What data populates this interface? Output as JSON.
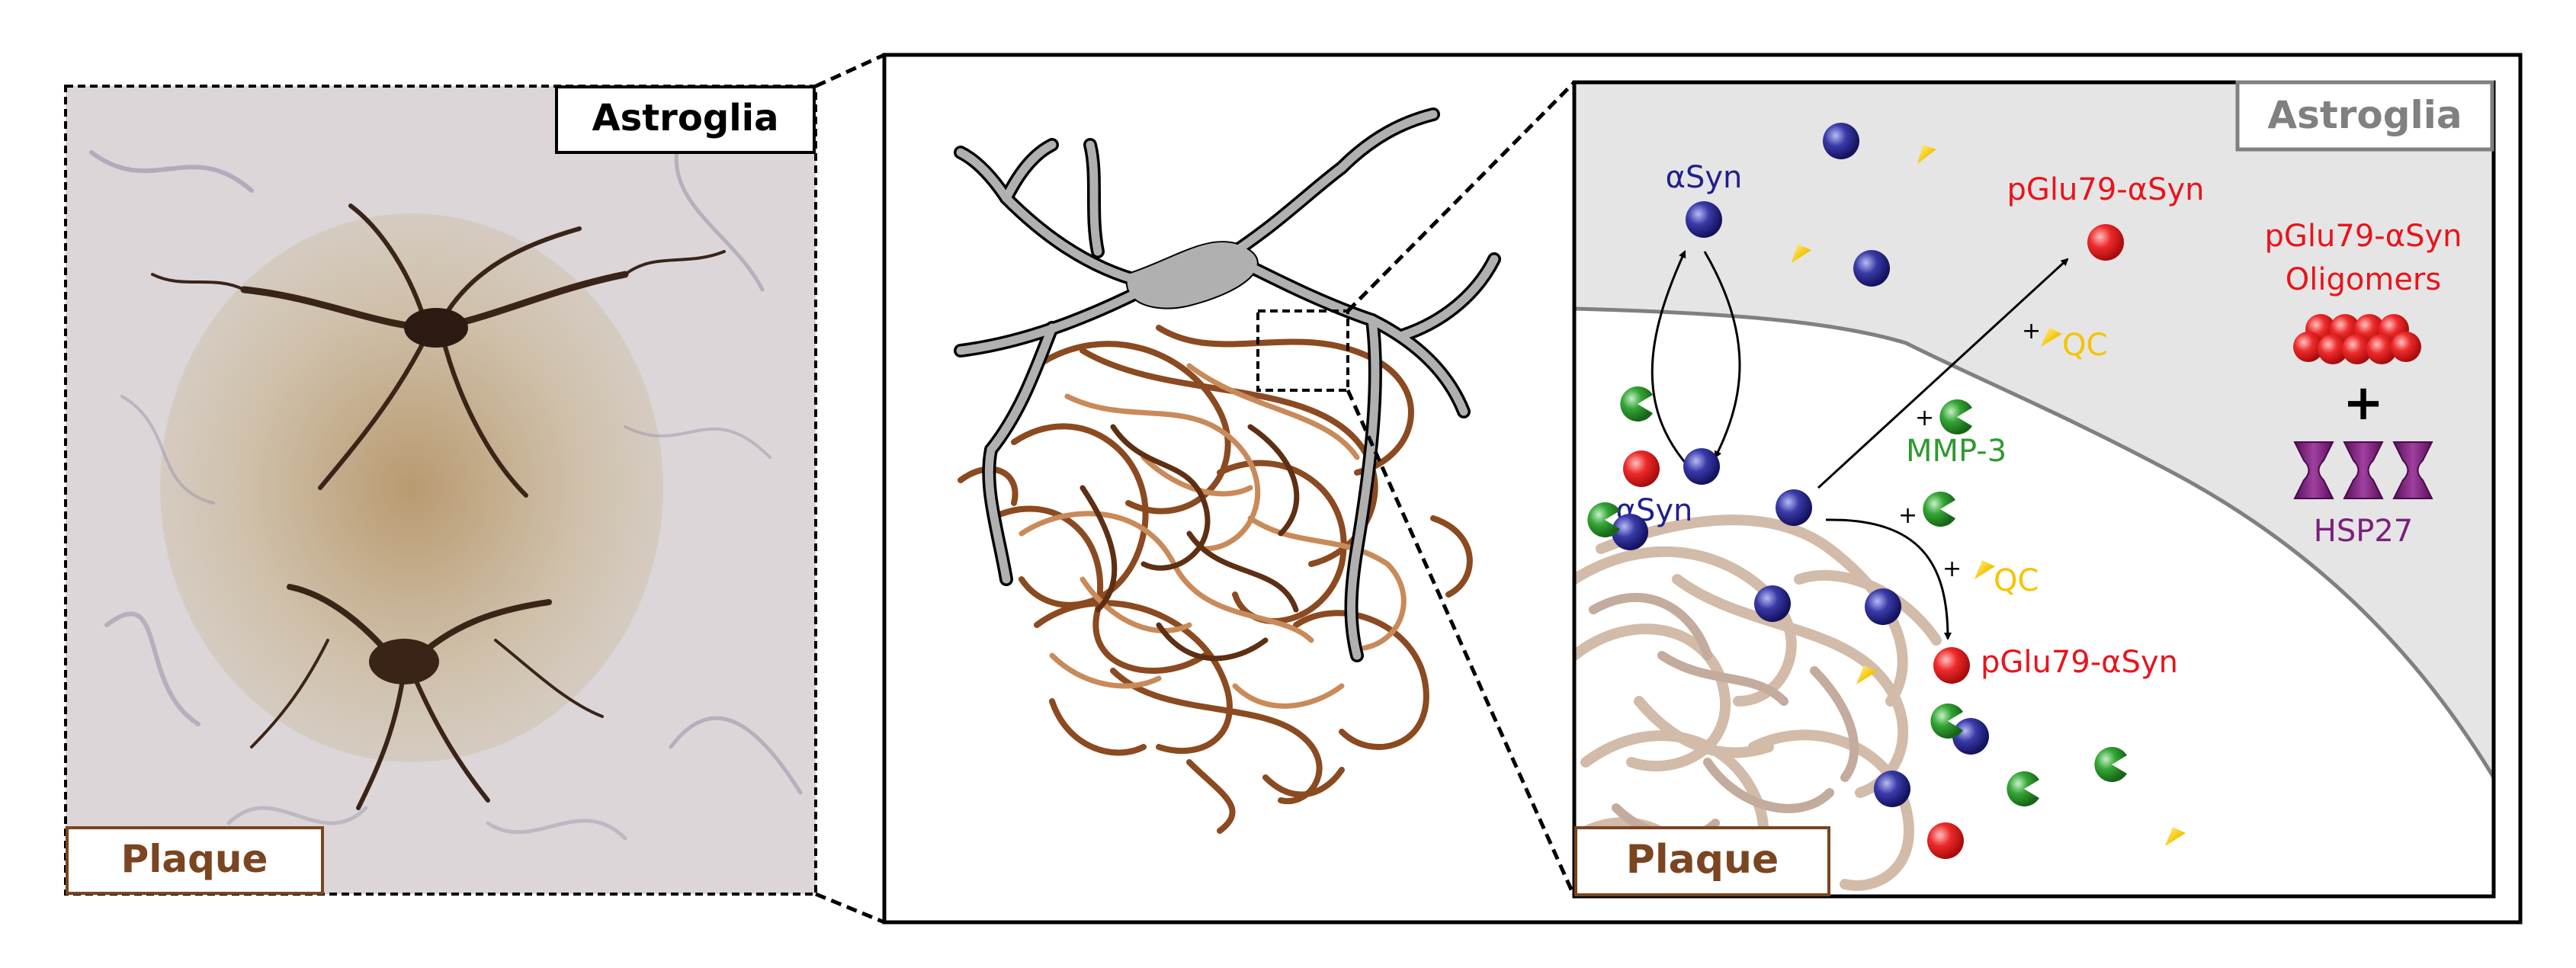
{
  "left_panel": {
    "label_astroglia": "Astroglia",
    "label_plaque": "Plaque"
  },
  "right_panel": {
    "label_astroglia": "Astroglia",
    "label_plaque": "Plaque",
    "label_asyn_top": "αSyn",
    "label_asyn_mid": "αSyn",
    "label_pglu_top": "pGlu79-αSyn",
    "label_pglu_bottom": "pGlu79-αSyn",
    "label_oligomers_line1": "pGlu79-αSyn",
    "label_oligomers_line2": "Oligomers",
    "label_plus": "+",
    "label_hsp27": "HSP27",
    "label_qc_top": "QC",
    "label_qc_bottom": "QC",
    "label_mmp3": "MMP-3",
    "small_plus": "+"
  },
  "colors": {
    "asyn_blue": "#1f1f8f",
    "pglu_red": "#e8141c",
    "mmp3_green": "#2e9a2e",
    "qc_yellow": "#f5c400",
    "hsp27_purple": "#7b1f7b",
    "plaque_brown": "#7a4520",
    "astro_gray": "#a9a9a9"
  }
}
